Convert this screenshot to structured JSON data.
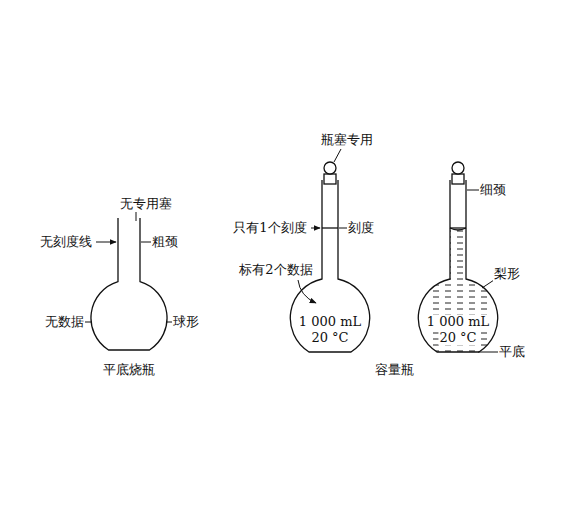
{
  "diagram": {
    "labels": [
      "无专用塞",
      "无刻度线",
      "粗颈",
      "无数据",
      "球形",
      "平底烧瓶",
      "瓶塞专用",
      "只有1个刻度",
      "刻度",
      "标有2个数据",
      "1 000 mL",
      "20 °C",
      "容量瓶",
      "细颈",
      "梨形",
      "1 000 mL",
      "20 °C",
      "平底"
    ]
  }
}
